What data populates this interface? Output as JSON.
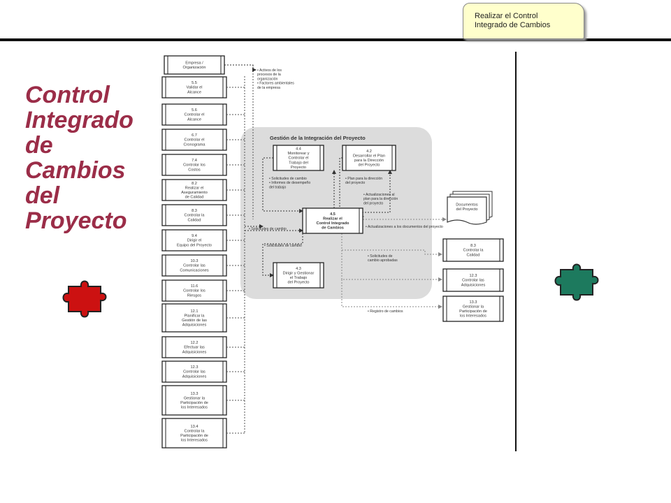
{
  "note": {
    "line1": "Realizar el Control",
    "line2": "Integrado de Cambios"
  },
  "title": {
    "lines": [
      "Control",
      "Integrado",
      "de",
      "Cambios",
      "del",
      "Proyecto"
    ]
  },
  "diagram": {
    "org_box": [
      "Empresa /",
      "Organización"
    ],
    "left_boxes": [
      [
        "5.5",
        "Validar el",
        "Alcance"
      ],
      [
        "5.6",
        "Controlar el",
        "Alcance"
      ],
      [
        "6.7",
        "Controlar el",
        "Cronograma"
      ],
      [
        "7.4",
        "Controlar los",
        "Costos"
      ],
      [
        "8.2",
        "Realizar el",
        "Aseguramiento",
        "de Calidad"
      ],
      [
        "8.3",
        "Controlar la",
        "Calidad"
      ],
      [
        "9.4",
        "Dirigir el",
        "Equipo del Proyecto"
      ],
      [
        "10.3",
        "Controlar las",
        "Comunicaciones"
      ],
      [
        "11.6",
        "Controlar los",
        "Riesgos"
      ],
      [
        "12.1",
        "Planificar la",
        "Gestión de las",
        "Adquisiciones"
      ],
      [
        "12.2",
        "Efectuar las",
        "Adquisiciones"
      ],
      [
        "12.3",
        "Controlar las",
        "Adquisiciones"
      ],
      [
        "13.3",
        "Gestionar la",
        "Participación de",
        "los Interesados"
      ],
      [
        "13.4",
        "Controlar la",
        "Participación de",
        "los Interesados"
      ]
    ],
    "org_notes": [
      "• Activos de los",
      "procesos de la",
      "organización",
      "• Factores ambientales",
      "de la empresa"
    ],
    "group_title": "Gestión de la Integración del Proyecto",
    "box_44": [
      "4.4",
      "Monitorear y",
      "Controlar el",
      "Trabajo del",
      "Proyecto"
    ],
    "box_42": [
      "4.2",
      "Desarrollar el Plan",
      "para la Dirección",
      "del Proyecto"
    ],
    "box_45": [
      "4.5",
      "Realizar el",
      "Control Integrado",
      "de Cambios"
    ],
    "box_43": [
      "4.3",
      "Dirigir y Gestionar",
      "el Trabajo",
      "del Proyecto"
    ],
    "notes_44": [
      "• Solicitudes de cambio",
      "• Informes de desempeño",
      "del trabajo"
    ],
    "notes_42": [
      "• Plan para la dirección",
      "del proyecto"
    ],
    "notes_45_out": [
      "• Actualizaciones al",
      "plan para la dirección",
      "del proyecto"
    ],
    "note_docs_update": "• Actualizaciones a los documentos del proyecto",
    "note_left_requests": "• Solicitudes de cambio",
    "note_43_requests": "• Solicitudes de cambio",
    "note_approved": [
      "• Solicitudes de",
      "cambio aprobadas"
    ],
    "note_log": "• Registro de cambios",
    "docs_box": [
      "Documentos",
      "del Proyecto"
    ],
    "right_boxes": [
      [
        "8.3",
        "Controlar la",
        "Calidad"
      ],
      [
        "12.3",
        "Controlar las",
        "Adquisiciones"
      ],
      [
        "13.3",
        "Gestionar la",
        "Participación de",
        "los Interesados"
      ]
    ]
  },
  "colors": {
    "title": "#9b2d48",
    "puzzle_left": "#cc1111",
    "puzzle_right": "#1d7a5e",
    "note_bg": "#ffffcc",
    "group_bg": "#dcdcdc"
  }
}
